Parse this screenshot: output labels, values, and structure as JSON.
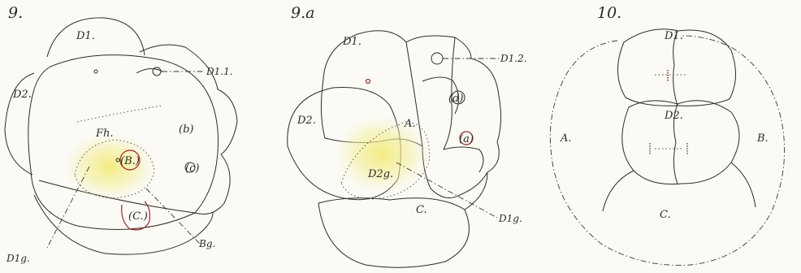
{
  "figures": [
    {
      "number": "9.",
      "labels": [
        "D1.",
        "D2.",
        "D1.1.",
        "Fh.",
        "(b)",
        "(B.)",
        "(c)",
        "(C.)",
        "D1g.",
        "Bg."
      ]
    },
    {
      "number": "9.a",
      "labels": [
        "D1.",
        "D1.2.",
        "D2.",
        "(d)",
        "A.",
        "(a)",
        "D2g.",
        "C.",
        "D1g."
      ]
    },
    {
      "number": "10.",
      "labels": [
        "D1.",
        "D2.",
        "A.",
        "B.",
        "C."
      ]
    }
  ],
  "colors": {
    "paper": "#fbfaf5",
    "cell_fill": "#eceeea",
    "yolk": "#f2ee9a",
    "red_outline": "#9c2a27",
    "ink": "#2f2b27"
  }
}
